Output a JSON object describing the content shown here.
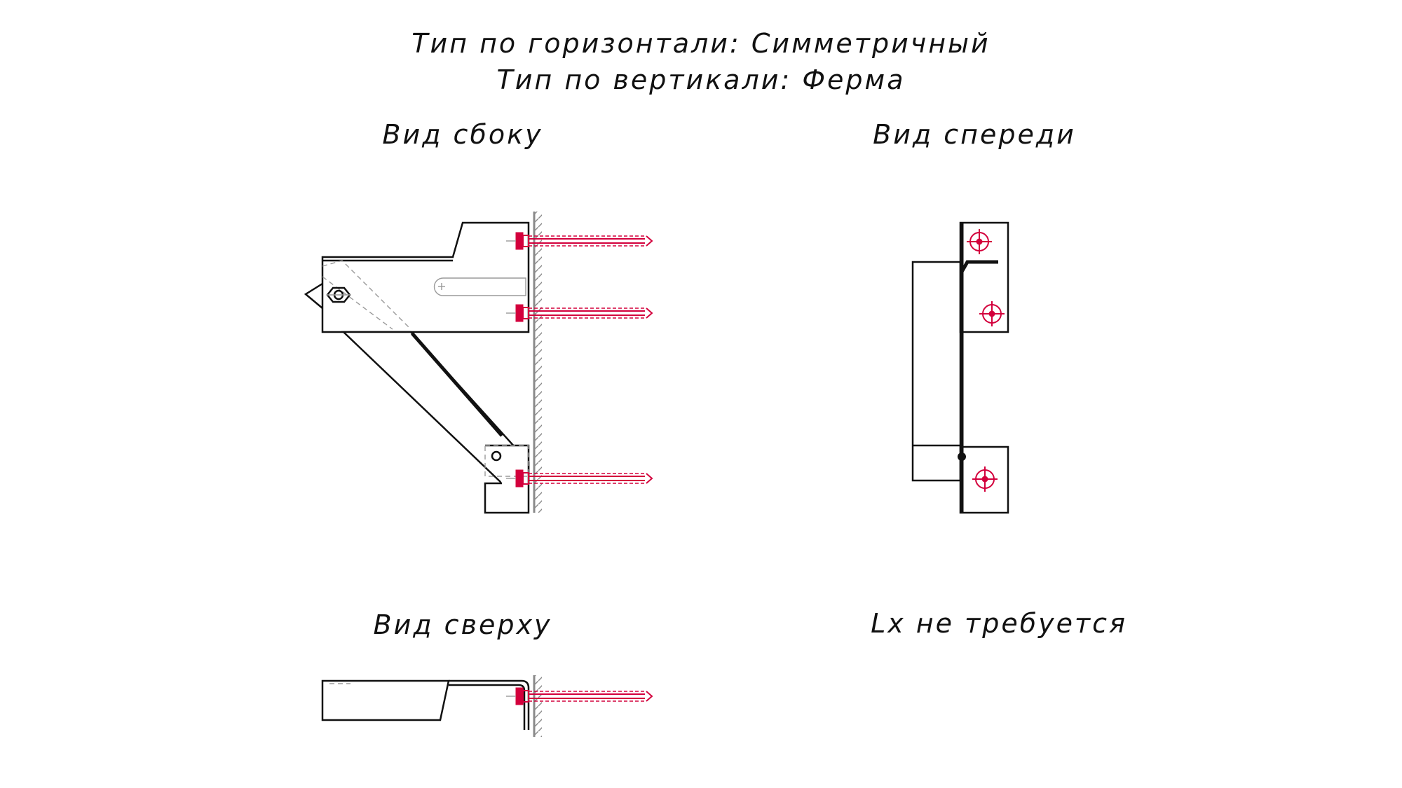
{
  "header": {
    "horizontal_type": "Тип по горизонтали: Симметричный",
    "vertical_type": "Тип по вертикали: Ферма"
  },
  "views": {
    "side": "Вид сбоку",
    "front": "Вид спереди",
    "top": "Вид сверху"
  },
  "note": "Lx не требуется",
  "colors": {
    "line": "#111111",
    "anchor": "#d3003c",
    "wall": "#8a8a8a"
  }
}
